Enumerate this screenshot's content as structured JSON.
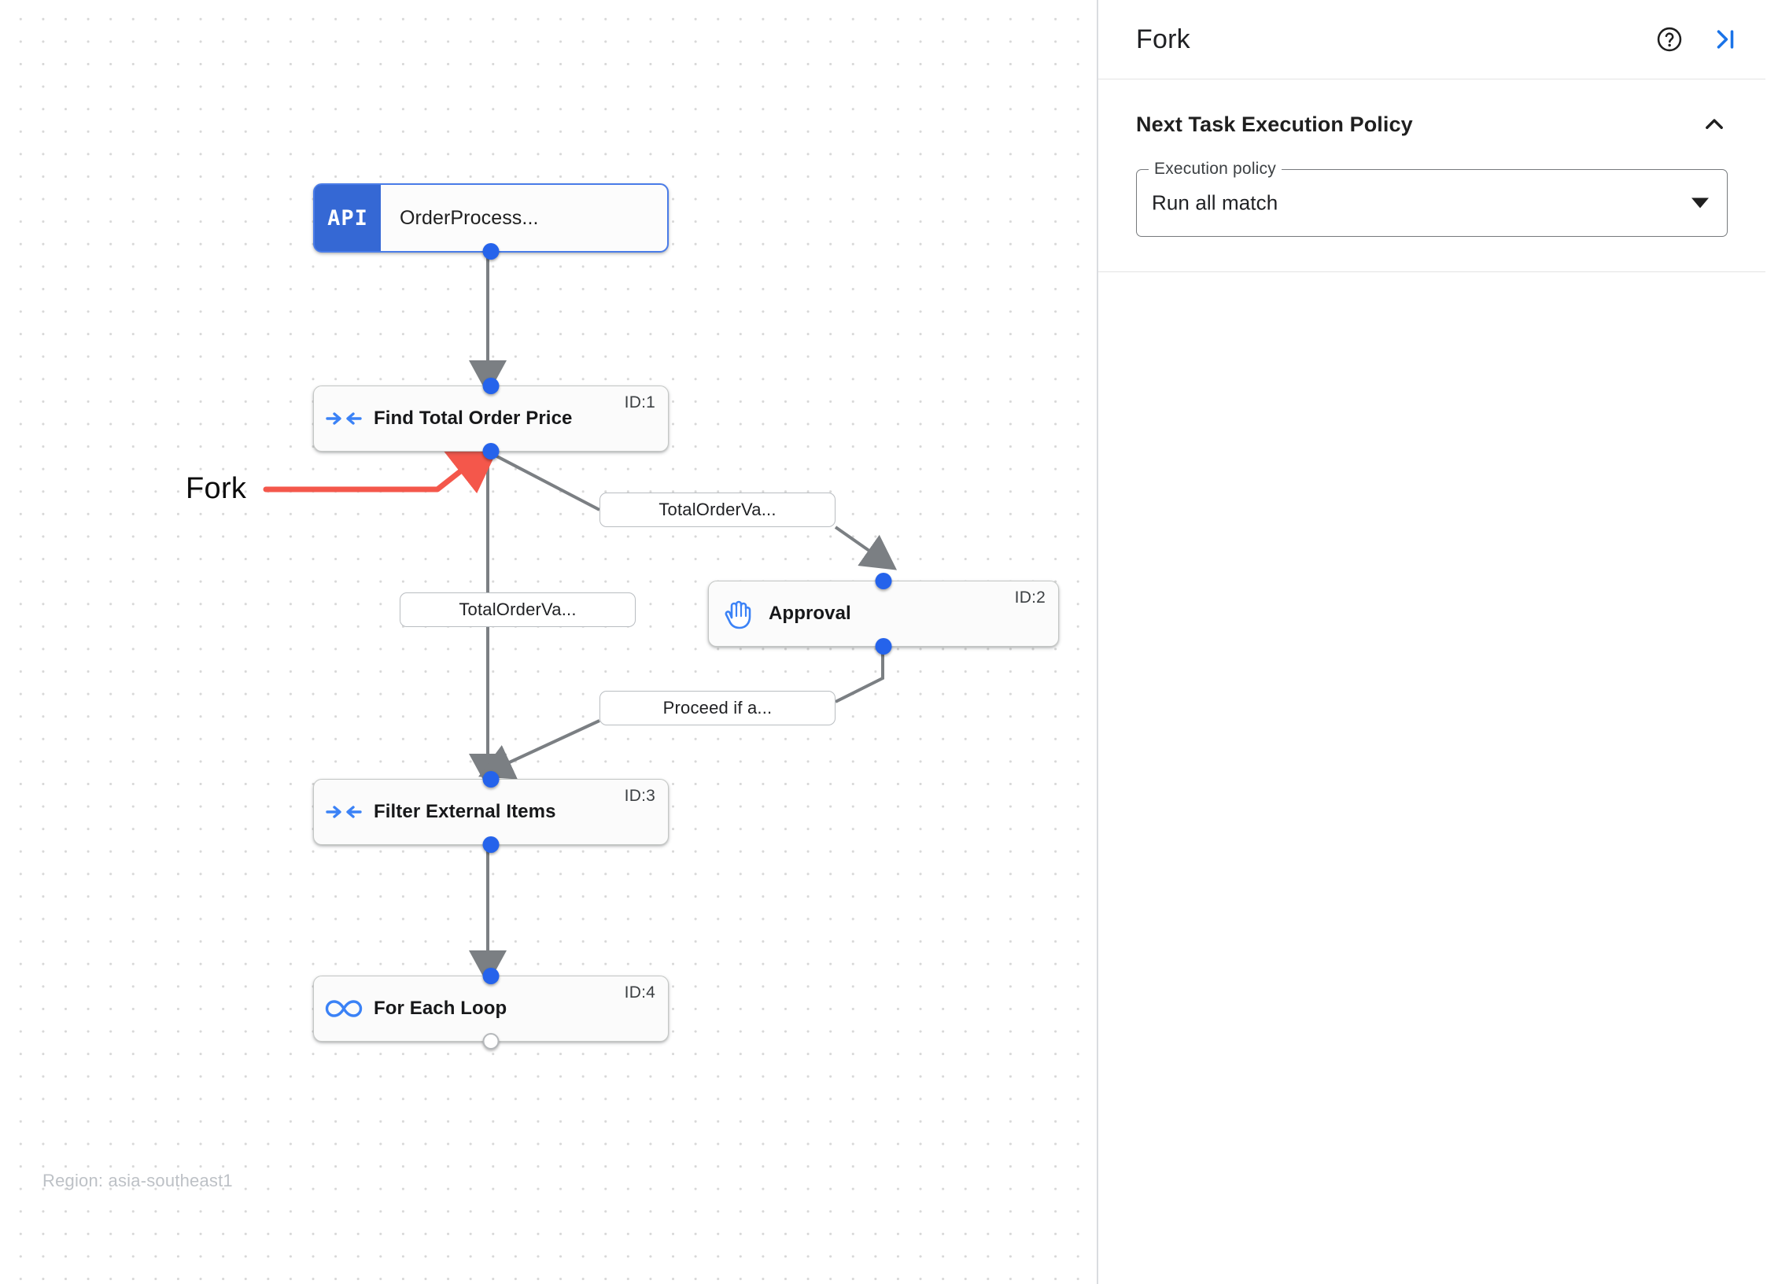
{
  "canvas": {
    "region_text": "Region: asia-southeast1",
    "annotation": {
      "label": "Fork",
      "color": "#f4574b"
    },
    "nodes": [
      {
        "id": "trigger",
        "type": "api-trigger",
        "badge": "API",
        "title": "OrderProcess...",
        "id_label": ""
      },
      {
        "id": "task1",
        "type": "task",
        "icon": "arrows-converge-icon",
        "title": "Find Total Order Price",
        "id_label": "ID:1"
      },
      {
        "id": "task2",
        "type": "approval",
        "icon": "raised-hand-icon",
        "title": "Approval",
        "id_label": "ID:2"
      },
      {
        "id": "task3",
        "type": "task",
        "icon": "arrows-converge-icon",
        "title": "Filter External Items",
        "id_label": "ID:3"
      },
      {
        "id": "task4",
        "type": "loop",
        "icon": "infinity-icon",
        "title": "For Each Loop",
        "id_label": "ID:4"
      }
    ],
    "edge_labels": [
      {
        "id": "edge-right",
        "text": "TotalOrderVa..."
      },
      {
        "id": "edge-left",
        "text": "TotalOrderVa..."
      },
      {
        "id": "edge-proceed",
        "text": "Proceed if a..."
      }
    ]
  },
  "panel": {
    "title": "Fork",
    "help_icon": "help-circle-icon",
    "collapse_icon": "collapse-right-icon",
    "section": {
      "title": "Next Task Execution Policy",
      "chevron_icon": "chevron-up-icon",
      "field": {
        "label": "Execution policy",
        "value": "Run all match",
        "arrow_icon": "chevron-down-icon"
      }
    }
  }
}
